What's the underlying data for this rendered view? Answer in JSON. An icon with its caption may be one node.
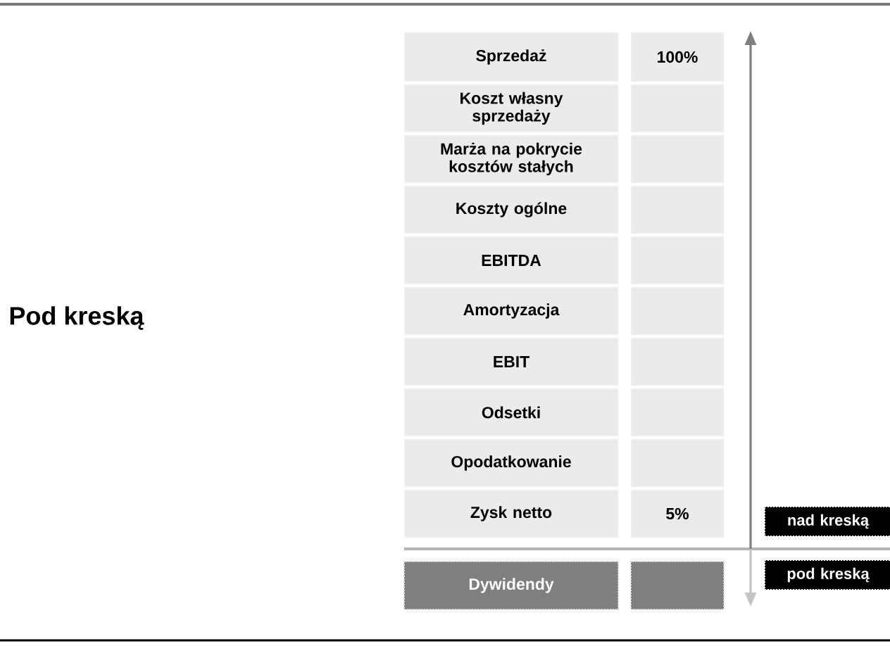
{
  "diagram": {
    "nodes": [
      {
        "text": [
          "Sprzedaż"
        ]
      },
      {
        "text": [
          "100%"
        ]
      },
      {
        "text": [
          "Koszt własny sprzedaży"
        ]
      },
      {
        "text": [],
        "shape": "box"
      },
      {
        "text": [
          "Marża na pokrycie kosztów stałych"
        ]
      },
      {
        "text": [],
        "shape": "box"
      },
      {
        "text": [
          "Koszty ogólne"
        ]
      },
      {
        "text": [],
        "shape": "box"
      },
      {
        "text": [
          "EBITDA"
        ]
      },
      {
        "text": [],
        "shape": "box"
      },
      {
        "text": [
          "Amortyzacja"
        ]
      },
      {
        "text": [],
        "shape": "box"
      },
      {
        "text": [
          "EBIT"
        ]
      },
      {
        "text": [],
        "shape": "box"
      },
      {
        "text": [
          "Odsetki"
        ]
      },
      {
        "text": [],
        "shape": "box"
      },
      {
        "text": [
          "Opodatkowanie"
        ]
      },
      {
        "text": [],
        "shape": "box"
      },
      {
        "text": [
          "Zysk netto"
        ]
      },
      {
        "text": [
          "5%"
        ]
      },
      {
        "text": [
          "nad kreską"
        ]
      },
      {
        "text": [
          "Dywidendy"
        ]
      },
      {
        "text": [],
        "shape": "box"
      },
      {
        "text": [
          "pod kreską"
        ]
      }
    ],
    "labels": [
      "Pod kreską"
    ]
  }
}
